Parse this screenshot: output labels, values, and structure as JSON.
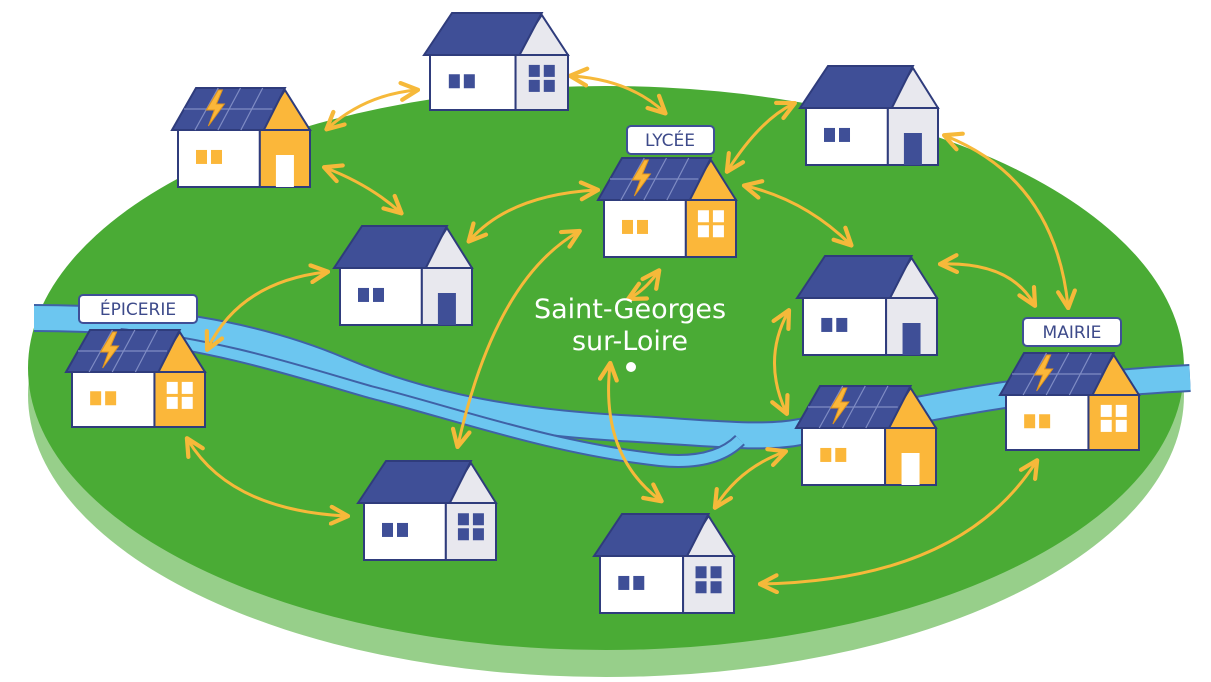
{
  "colors": {
    "ground": "#4aab35",
    "ground_edge": "#97cf8a",
    "river": "#6cc6f0",
    "river_outline": "#3f62a7",
    "roof": "#3f4f97",
    "outline": "#2f3c7c",
    "wall": "#ffffff",
    "wall_shade": "#e8e8ee",
    "window": "#3f4f97",
    "producer_side": "#fbb73a",
    "arrow": "#f6b93a"
  },
  "labels": {
    "town_line1": "Saint-Georges",
    "town_line2": "sur-Loire",
    "lycee": "LYCÉE",
    "epicerie": "ÉPICERIE",
    "mairie": "MAIRIE"
  },
  "icons": {
    "solar": "solar-panel-icon",
    "bolt": "lightning-bolt-icon",
    "house": "house-icon"
  }
}
